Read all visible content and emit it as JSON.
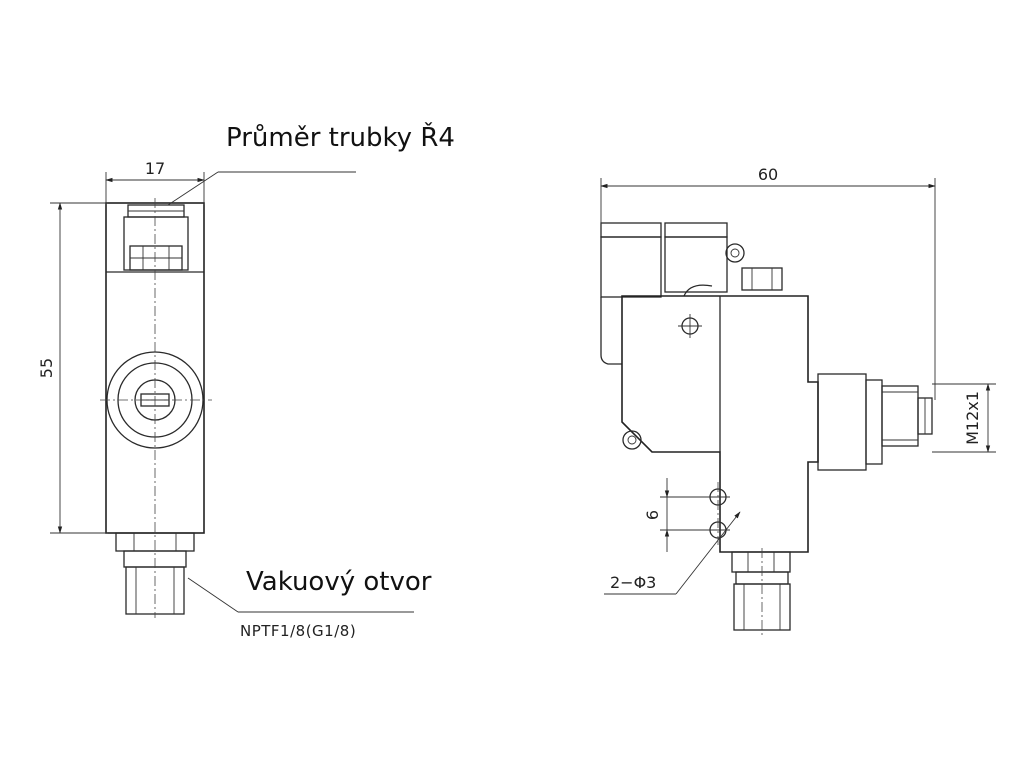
{
  "labels": {
    "tube_diameter": "Průměr trubky Ř4",
    "vacuum_port": "Vakuový otvor",
    "thread_spec": "NPTF1/8(G1/8)"
  },
  "dimensions": {
    "width_front": "17",
    "height_front": "55",
    "width_side": "60",
    "thread_side": "M12x1",
    "hole_spacing": "6",
    "holes": "2−Φ3"
  }
}
